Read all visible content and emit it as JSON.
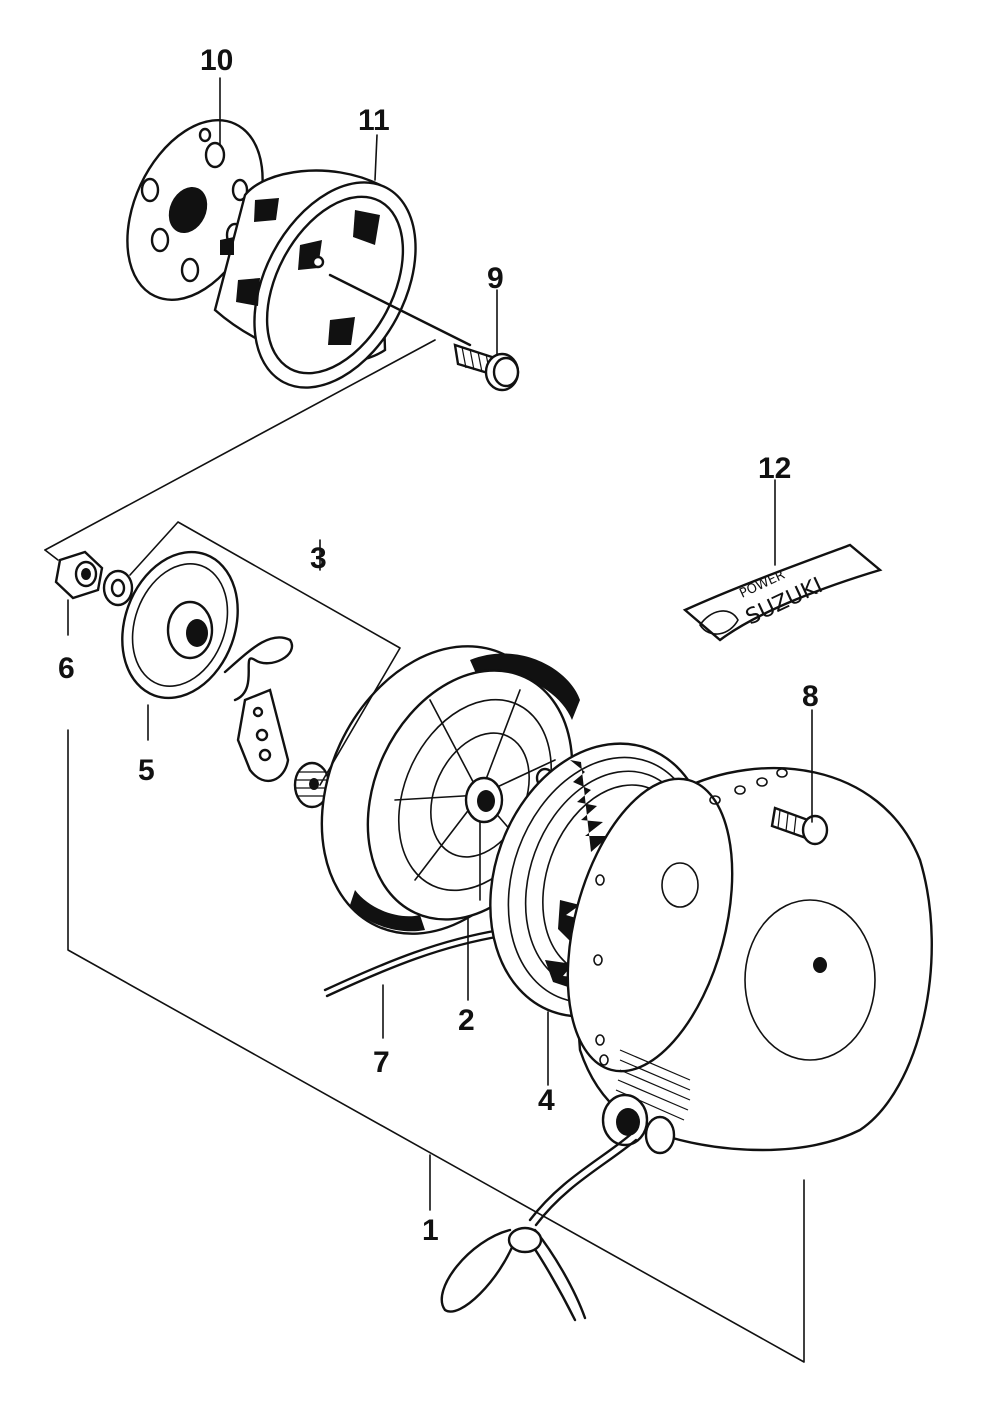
{
  "diagram": {
    "callouts": [
      "1",
      "2",
      "3",
      "4",
      "5",
      "6",
      "7",
      "8",
      "9",
      "10",
      "11",
      "12"
    ]
  },
  "decal": {
    "line1": "POWER",
    "line2": "SUZUKI"
  }
}
